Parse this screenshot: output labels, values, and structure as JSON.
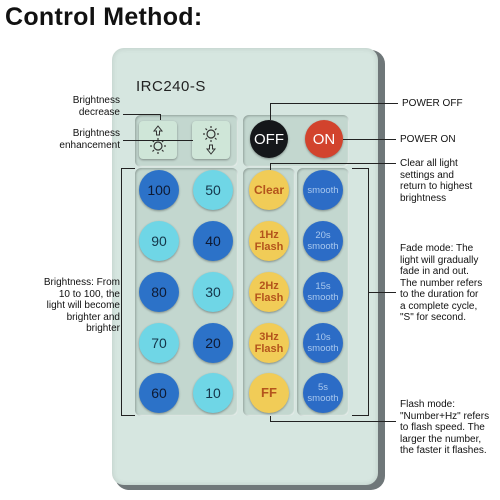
{
  "heading": "Control Method:",
  "remote": {
    "model": "IRC240-S",
    "power_off_label": "OFF",
    "power_on_label": "ON",
    "brightness_column_a": [
      "100",
      "90",
      "80",
      "70",
      "60"
    ],
    "brightness_column_b": [
      "50",
      "40",
      "30",
      "20",
      "10"
    ],
    "mode_column": {
      "clear": "Clear",
      "flash_1": [
        "1Hz",
        "Flash"
      ],
      "flash_2": [
        "2Hz",
        "Flash"
      ],
      "flash_3": [
        "3Hz",
        "Flash"
      ],
      "ff": "FF"
    },
    "smooth_column": {
      "smooth": "smooth",
      "s20": [
        "20s",
        "smooth"
      ],
      "s15": [
        "15s",
        "smooth"
      ],
      "s10": [
        "10s",
        "smooth"
      ],
      "s5": [
        "5s",
        "smooth"
      ]
    },
    "brightness_decrease_icon": "sun-arrow-up-icon",
    "brightness_increase_icon": "sun-arrow-down-icon"
  },
  "callouts": {
    "brightness_decrease": [
      "Brightness",
      "decrease"
    ],
    "brightness_enhancement": [
      "Brightness",
      "enhancement"
    ],
    "brightness_levels": [
      "Brightness: From",
      "10 to 100, the",
      "light will become",
      "brighter and",
      "brighter"
    ],
    "power_off": "POWER OFF",
    "power_on": "POWER ON",
    "clear": [
      "Clear all light",
      "settings and",
      "return to highest",
      "brightness"
    ],
    "fade": [
      "Fade mode: The",
      " light will gradually",
      "fade in and out.",
      "The number refers",
      "to the duration for",
      "a complete cycle,",
      "\"S\" for second."
    ],
    "flash": [
      "Flash mode:",
      "\"Number+Hz\" refers",
      "to flash speed. The",
      "larger the number,",
      "the faster it flashes."
    ]
  },
  "colors": {
    "remote_body": "#d6e6e0",
    "blue_button": "#2c72c8",
    "sky_button": "#6fd6e6",
    "yellow_button": "#f1cc57",
    "on_button": "#d2432d",
    "off_button": "#15171a"
  }
}
